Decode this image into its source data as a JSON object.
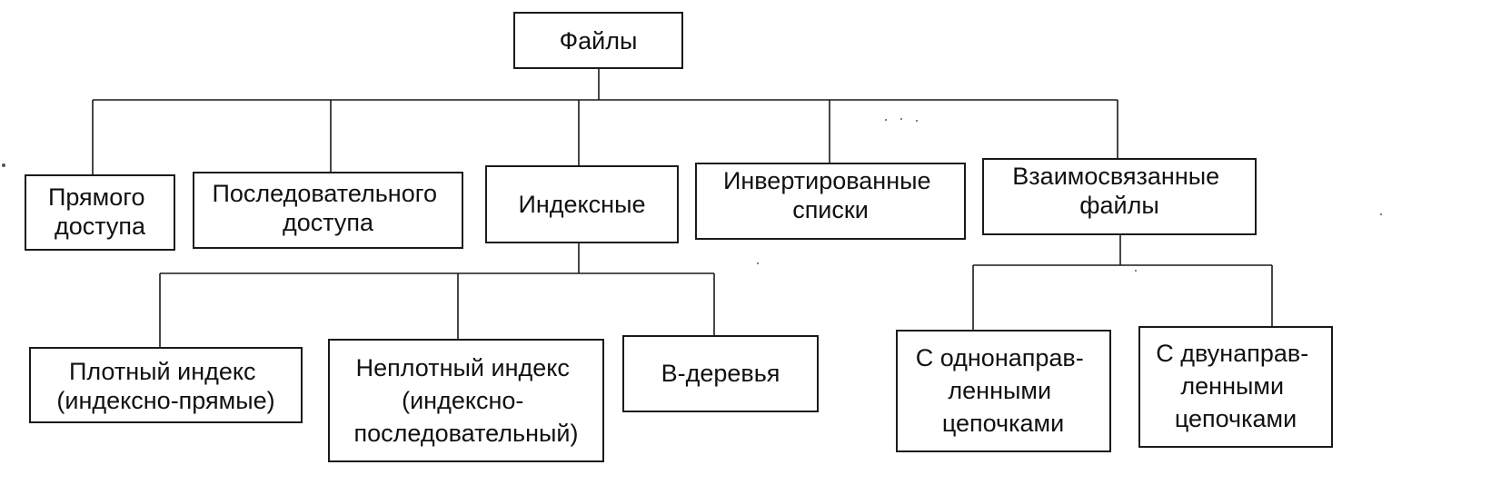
{
  "diagram": {
    "root": {
      "lines": [
        "Файлы"
      ]
    },
    "level1": [
      {
        "lines": [
          "Прямого",
          "доступа"
        ]
      },
      {
        "lines": [
          "Последовательного",
          "доступа"
        ]
      },
      {
        "lines": [
          "Индексные"
        ]
      },
      {
        "lines": [
          "Инвертированные",
          "списки"
        ]
      },
      {
        "lines": [
          "Взаимосвязанные",
          "файлы"
        ]
      }
    ],
    "indexed_children": [
      {
        "lines": [
          "Плотный индекс",
          "(индексно-прямые)"
        ]
      },
      {
        "lines": [
          "Неплотный индекс",
          "(индексно-",
          "последовательный)"
        ]
      },
      {
        "lines": [
          "В-деревья"
        ]
      }
    ],
    "linked_children": [
      {
        "lines": [
          "С однонаправ-",
          "ленными",
          "цепочками"
        ]
      },
      {
        "lines": [
          "С двунаправ-",
          "ленными",
          "цепочками"
        ]
      }
    ]
  }
}
